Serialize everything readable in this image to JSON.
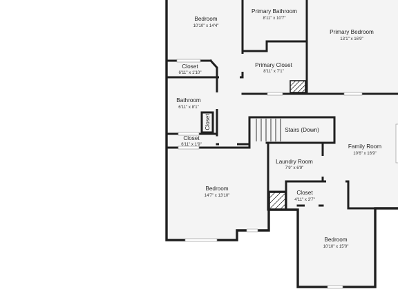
{
  "rooms": {
    "bedroom_nw": {
      "name": "Bedroom",
      "dims": "10'10\" x 14'4\""
    },
    "primary_bathroom": {
      "name": "Primary Bathroom",
      "dims": "8'11\" x 10'7\""
    },
    "primary_bedroom": {
      "name": "Primary Bedroom",
      "dims": "13'1\" x 16'9\""
    },
    "primary_closet": {
      "name": "Primary Closet",
      "dims": "8'11\" x 7'1\""
    },
    "closet_nw": {
      "name": "Closet",
      "dims": "6'11\" x 1'10\""
    },
    "bathroom": {
      "name": "Bathroom",
      "dims": "6'11\" x 8'1\""
    },
    "bathroom_closet": {
      "name": "Closet"
    },
    "stairs": {
      "name": "Stairs (Down)"
    },
    "closet_mid": {
      "name": "Closet",
      "dims": "6'11\" x 1'9\""
    },
    "family_room": {
      "name": "Family Room",
      "dims": "10'6\" x 16'9\""
    },
    "laundry_room": {
      "name": "Laundry Room",
      "dims": "7'9\" x 6'9\""
    },
    "bedroom_sw": {
      "name": "Bedroom",
      "dims": "14'7\" x 13'10\""
    },
    "closet_se": {
      "name": "Closet",
      "dims": "4'11\" x 3'7\""
    },
    "bedroom_se": {
      "name": "Bedroom",
      "dims": "10'10\" x 15'0\""
    }
  }
}
